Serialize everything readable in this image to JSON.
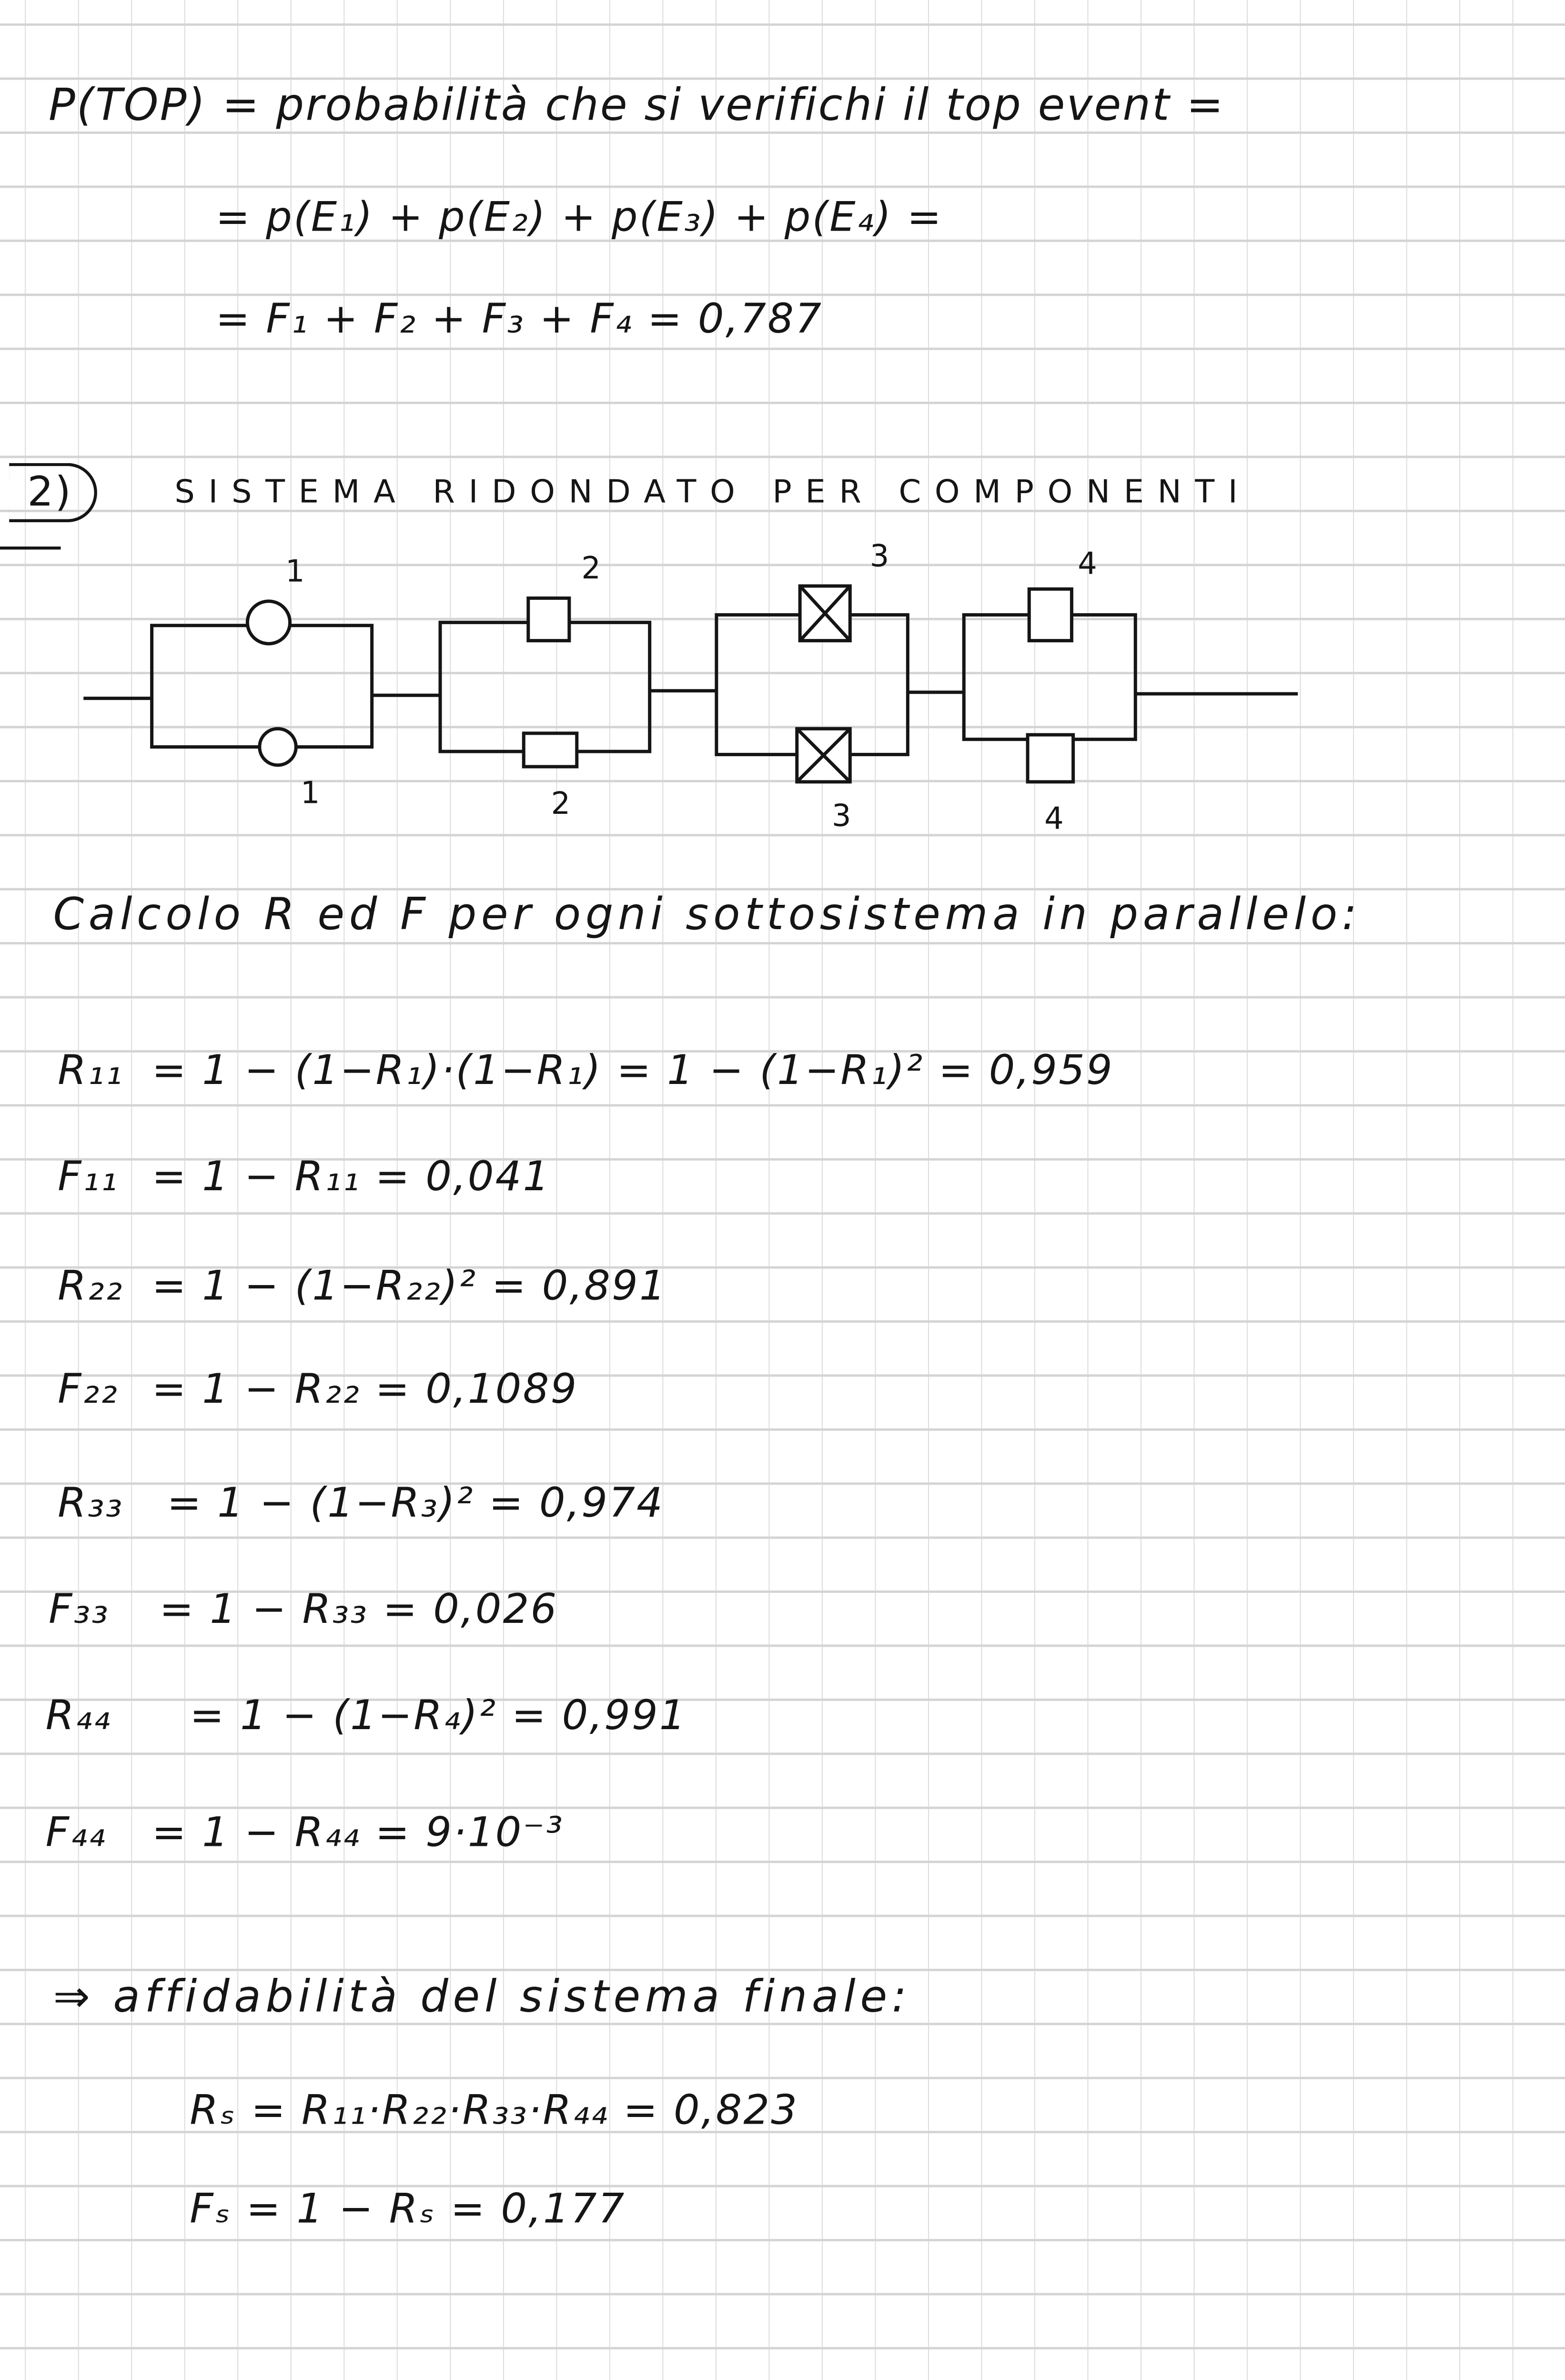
{
  "top_event": {
    "line1": "P(TOP) = probabilità che si verifichi il top event =",
    "line2": "= p(E₁) + p(E₂) + p(E₃) + p(E₄) =",
    "line3": "= F₁ + F₂ + F₃ + F₄ = 0,787"
  },
  "section": {
    "number": "2)",
    "title": "SISTEMA RIDONDATO PER COMPONENTI"
  },
  "diagram": {
    "labels": [
      "1",
      "1",
      "2",
      "2",
      "3",
      "3",
      "4",
      "4"
    ]
  },
  "calc_heading": "Calcolo R ed F per ogni sottosistema in parallelo:",
  "equations": [
    {
      "label": "R₁₁",
      "expr": "=  1 − (1−R₁)·(1−R₁) = 1 − (1−R₁)²  = 0,959"
    },
    {
      "label": "F₁₁",
      "expr": "=  1 − R₁₁ = 0,041"
    },
    {
      "label": "R₂₂",
      "expr": "=  1 − (1−R₂₂)² = 0,891"
    },
    {
      "label": "F₂₂",
      "expr": "=  1 − R₂₂ = 0,1089"
    },
    {
      "label": "R₃₃",
      "expr": "=  1 − (1−R₃)² =  0,974"
    },
    {
      "label": "F₃₃",
      "expr": "=  1 − R₃₃  =  0,026"
    },
    {
      "label": "R₄₄",
      "expr": "=  1 − (1−R₄)² = 0,991"
    },
    {
      "label": "F₄₄",
      "expr": "=  1 − R₄₄ =  9·10⁻³"
    }
  ],
  "final": {
    "heading": "⇒ affidabilità del sistema finale:",
    "rs": "Rₛ = R₁₁·R₂₂·R₃₃·R₄₄ = 0,823",
    "fs": "Fₛ =  1 − Rₛ  = 0,177"
  }
}
